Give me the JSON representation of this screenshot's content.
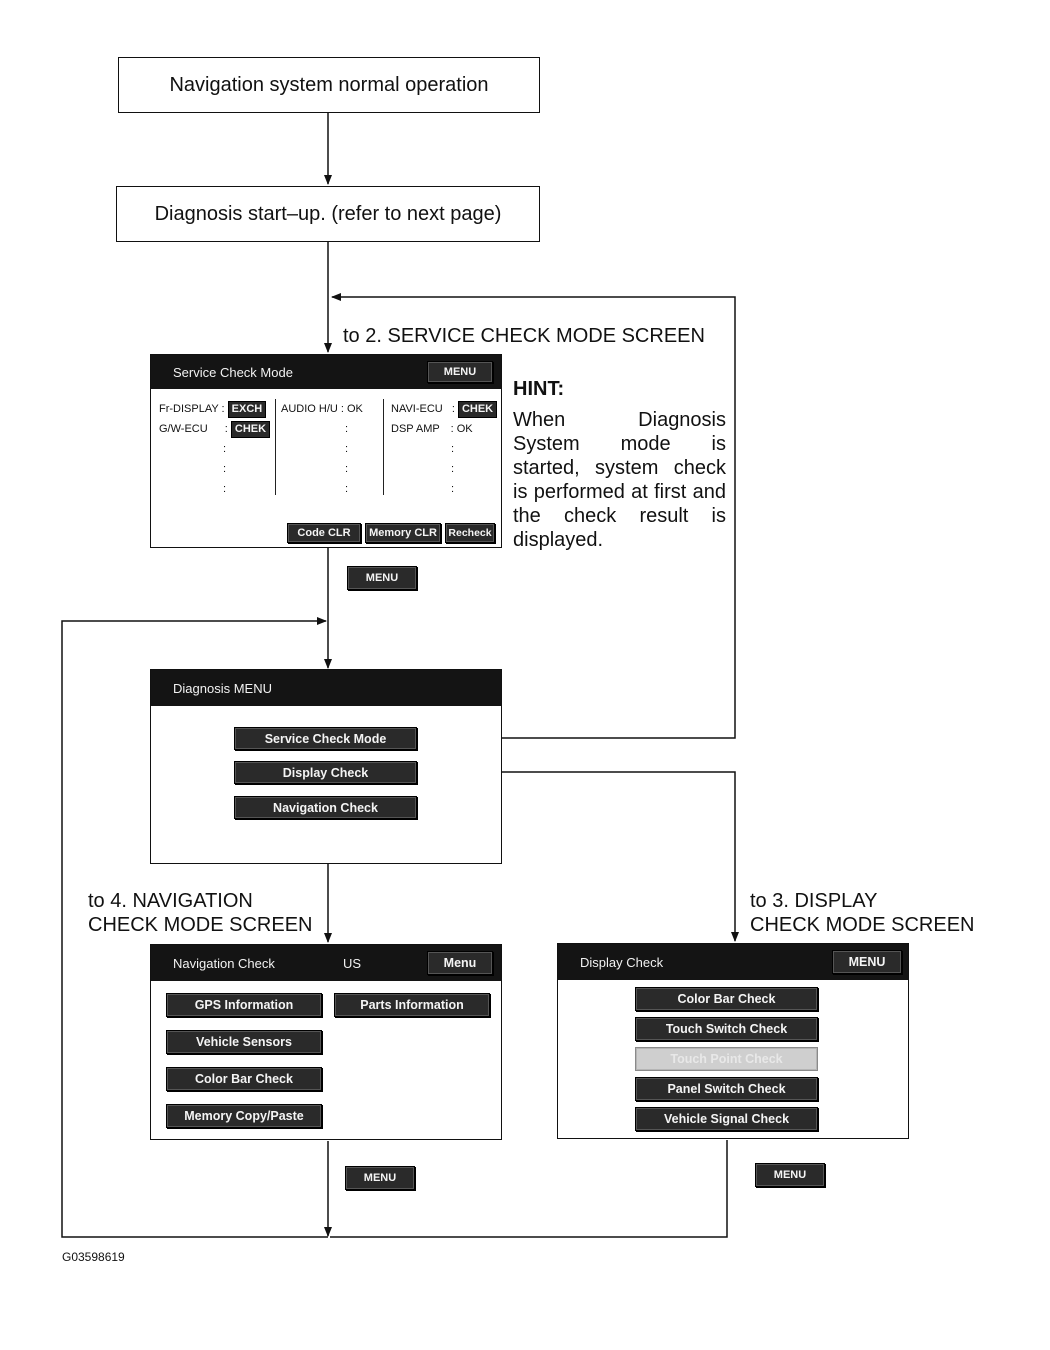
{
  "flow": {
    "normal_operation": "Navigation system normal operation",
    "diagnosis_startup": "Diagnosis start–up. (refer to next page)",
    "to_service_check": "to 2. SERVICE CHECK MODE SCREEN",
    "to_navigation_check": "to 4. NAVIGATION\nCHECK MODE SCREEN",
    "to_display_check": "to 3. DISPLAY\nCHECK MODE SCREEN"
  },
  "service_check_screen": {
    "title": "Service Check Mode",
    "menu_label": "MENU",
    "rows": {
      "fr_display_label": "Fr-DISPLAY :",
      "fr_display_status": "EXCH",
      "gw_ecu_label": "G/W-ECU",
      "gw_ecu_sep": ":",
      "gw_ecu_status": "CHEK",
      "audio_hu": "AUDIO H/U : OK",
      "navi_ecu_label": "NAVI-ECU",
      "navi_ecu_sep": ":",
      "navi_ecu_status": "CHEK",
      "dsp_amp": "DSP AMP",
      "dsp_amp_status": ": OK",
      "colon": ":"
    },
    "buttons": {
      "code_clr": "Code CLR",
      "memory_clr": "Memory CLR",
      "recheck": "Recheck"
    }
  },
  "menu_button_label": "MENU",
  "hint": {
    "title": "HINT:",
    "body": "When Diagnosis System mode is started, system check is performed at first and the check result is displayed."
  },
  "diagnosis_menu": {
    "title": "Diagnosis MENU",
    "items": [
      "Service Check Mode",
      "Display Check",
      "Navigation Check"
    ]
  },
  "navigation_check_screen": {
    "title": "Navigation Check",
    "region": "US",
    "menu_label": "Menu",
    "buttons": [
      "GPS Information",
      "Parts Information",
      "Vehicle Sensors",
      "Color Bar Check",
      "Memory Copy/Paste"
    ]
  },
  "display_check_screen": {
    "title": "Display Check",
    "menu_label": "MENU",
    "buttons": [
      "Color Bar Check",
      "Touch Switch Check",
      "Touch Point Check",
      "Panel Switch Check",
      "Vehicle Signal Check"
    ]
  },
  "figure_code": "G03598619"
}
